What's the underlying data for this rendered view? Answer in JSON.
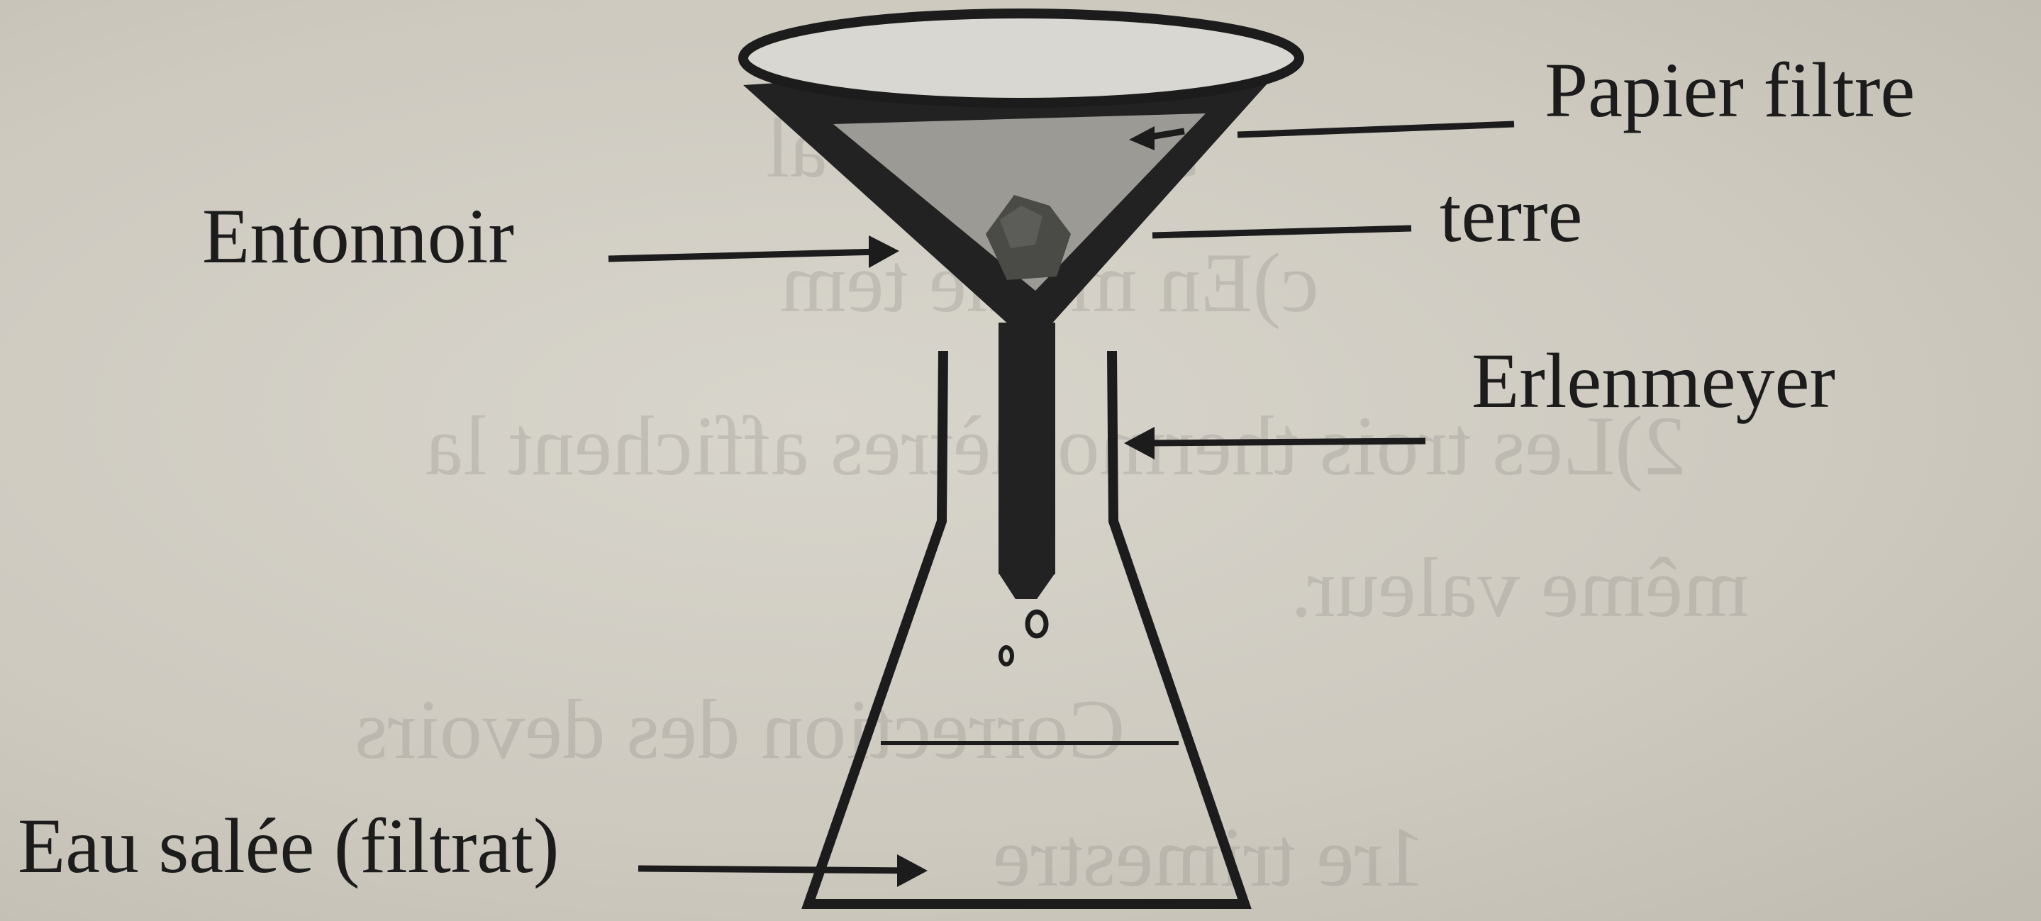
{
  "labels": {
    "papier_filtre": "Papier filtre",
    "terre": "terre",
    "entonnoir": "Entonnoir",
    "erlenmeyer": "Erlenmeyer",
    "eau_salee": "Eau salée (filtrat)"
  },
  "bleed_through": {
    "line1": "b) Même val",
    "line2": "c)En même tem",
    "line3": "2)Les trois thermomètres affichent la",
    "line4": "même valeur.",
    "line5": "Correction des devoirs",
    "line6": "1re trimestre"
  },
  "colors": {
    "paper": "#d2cfc6",
    "ink": "#1c1c1c",
    "filter_paper": "#9c9a95",
    "soil": "#4a4a47"
  }
}
